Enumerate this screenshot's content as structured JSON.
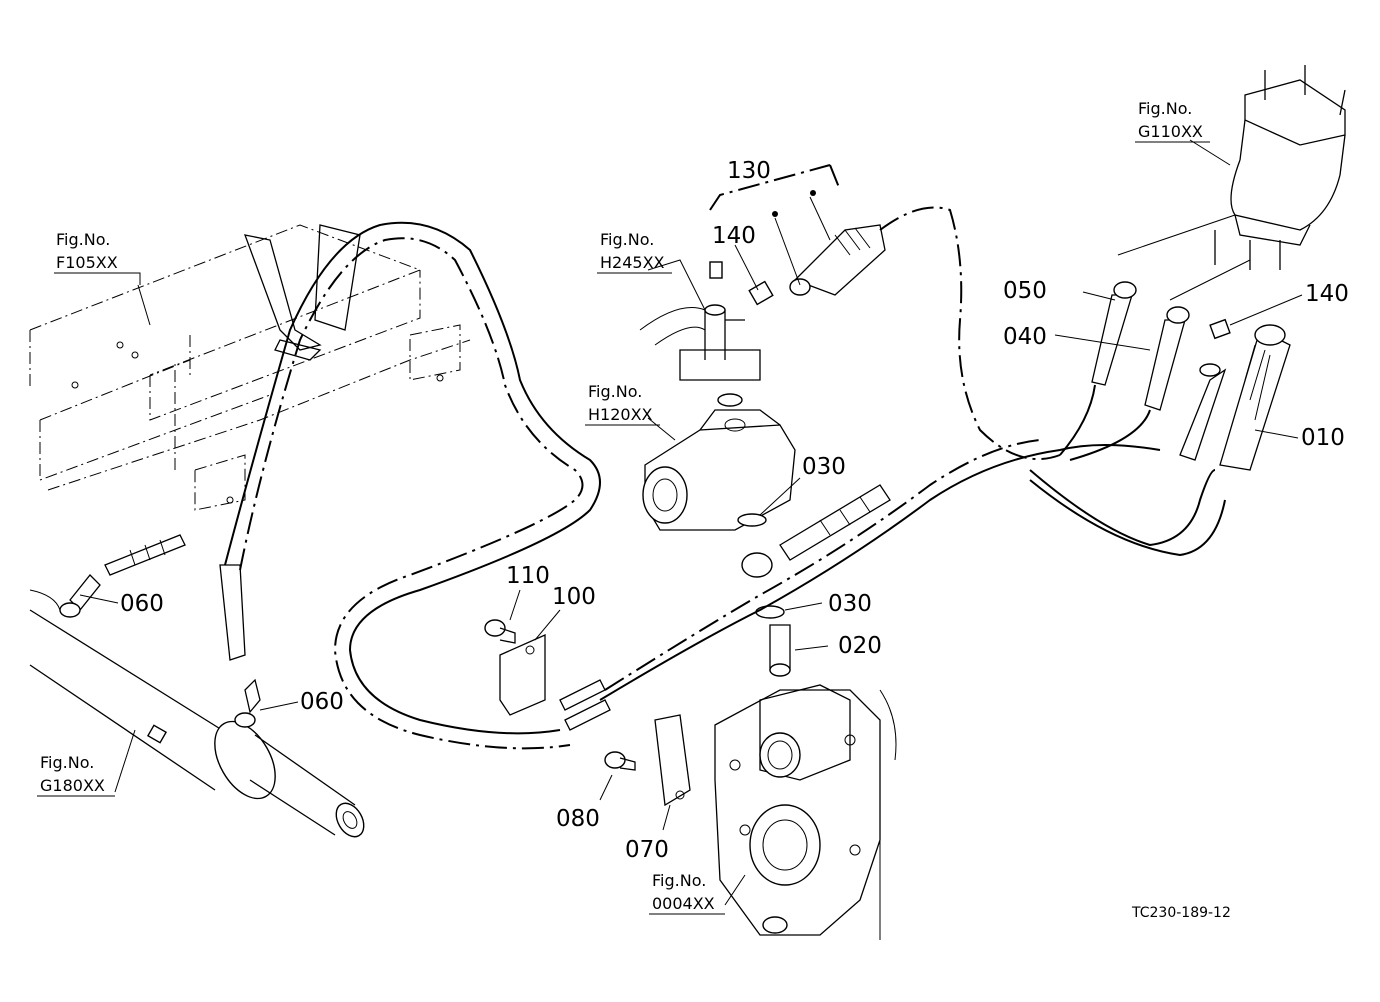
{
  "figure_refs": {
    "f105": {
      "line1": "Fig.No.",
      "line2": "F105XX"
    },
    "g110": {
      "line1": "Fig.No.",
      "line2": "G110XX"
    },
    "h245": {
      "line1": "Fig.No.",
      "line2": "H245XX"
    },
    "h120": {
      "line1": "Fig.No.",
      "line2": "H120XX"
    },
    "g180": {
      "line1": "Fig.No.",
      "line2": "G180XX"
    },
    "f0004": {
      "line1": "Fig.No.",
      "line2": "0004XX"
    }
  },
  "parts": {
    "p130": "130",
    "p140a": "140",
    "p140b": "140",
    "p050": "050",
    "p040": "040",
    "p010": "010",
    "p030a": "030",
    "p030b": "030",
    "p020": "020",
    "p110": "110",
    "p100": "100",
    "p060a": "060",
    "p060b": "060",
    "p080": "080",
    "p070": "070"
  },
  "drawing_code": "TC230-189-12"
}
